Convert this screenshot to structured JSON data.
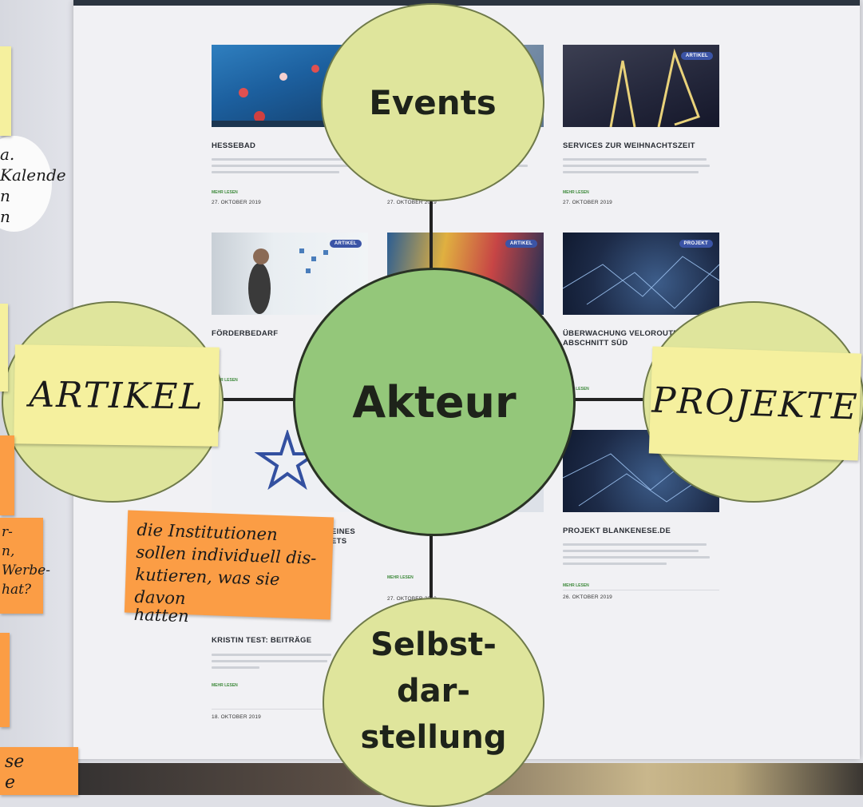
{
  "circles": {
    "center": "Akteur",
    "top": "Events",
    "left_note": "ARTIKEL",
    "right_note": "PROJEKTE",
    "bottom_lines": [
      "Selbst-",
      "dar-",
      "stellung"
    ]
  },
  "cards": [
    {
      "title": "HESSEBAD",
      "link": "MEHR LESEN",
      "date": "27. OKTOBER 2019",
      "badge": ""
    },
    {
      "title": "",
      "link": "",
      "date": "27. OKTOBER 2019",
      "badge": ""
    },
    {
      "title": "SERVICES ZUR WEIHNACHTSZEIT",
      "link": "MEHR LESEN",
      "date": "27. OKTOBER 2019",
      "badge": "ARTIKEL"
    },
    {
      "title": "FÖRDERBEDARF",
      "link": "MEHR LESEN",
      "date": "",
      "badge": "ARTIKEL"
    },
    {
      "title": "",
      "link": "",
      "date": "",
      "badge": "ARTIKEL"
    },
    {
      "title": "ÜBERWACHUNG VELOROUTE ABSCHNITT SÜD",
      "link": "MEHR LESEN",
      "date": "",
      "badge": "PROJEKT"
    },
    {
      "title": "EINES ETS",
      "link": "",
      "date": "",
      "badge": ""
    },
    {
      "title": "",
      "link": "MEHR LESEN",
      "date": "27. OKTOBER 2019",
      "badge": ""
    },
    {
      "title": "PROJEKT BLANKENESE.DE",
      "link": "MEHR LESEN",
      "date": "26. OKTOBER 2019",
      "badge": ""
    },
    {
      "title": "KRISTIN TEST: BEITRÄGE",
      "link": "MEHR LESEN",
      "date": "18. OKTOBER 2019",
      "badge": ""
    }
  ],
  "sticky_notes": {
    "orange_main": [
      "die Institutionen",
      "sollen individuell dis-",
      "kutieren, was sie davon",
      "hatten"
    ],
    "left_edge_fragments": [
      "a.",
      "Kalende",
      "n",
      "n"
    ],
    "left_orange_fragments": [
      "r-",
      "n,",
      "Werbe-",
      "hat?"
    ],
    "bottom_left_fragments": [
      "se",
      "e"
    ]
  },
  "colors": {
    "circle_fill": "#dfe59c",
    "center_fill": "#94c77a",
    "sticky_yellow": "#f5f09e",
    "sticky_orange": "#fb9d45"
  }
}
